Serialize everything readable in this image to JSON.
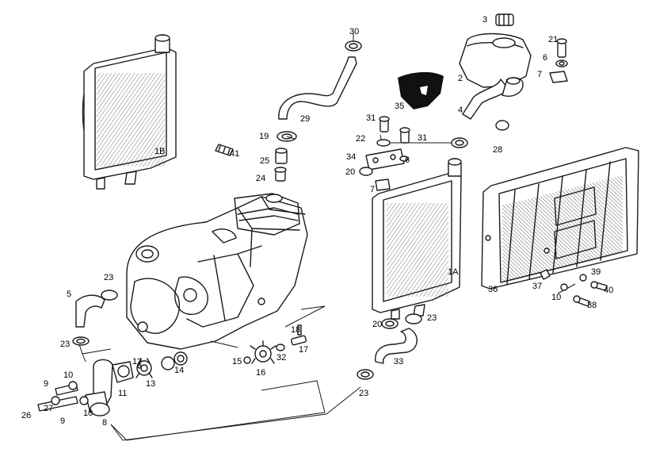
{
  "callouts": [
    {
      "id": "c1a",
      "text": "1A"
    },
    {
      "id": "c1b",
      "text": "1B"
    },
    {
      "id": "c2",
      "text": "2"
    },
    {
      "id": "c3",
      "text": "3"
    },
    {
      "id": "c4",
      "text": "4"
    },
    {
      "id": "c5",
      "text": "5"
    },
    {
      "id": "c6a",
      "text": "6"
    },
    {
      "id": "c6b",
      "text": "6"
    },
    {
      "id": "c7a",
      "text": "7"
    },
    {
      "id": "c7b",
      "text": "7"
    },
    {
      "id": "c8",
      "text": "8"
    },
    {
      "id": "c9a",
      "text": "9"
    },
    {
      "id": "c9b",
      "text": "9"
    },
    {
      "id": "c10a",
      "text": "10"
    },
    {
      "id": "c10b",
      "text": "10"
    },
    {
      "id": "c10c",
      "text": "10"
    },
    {
      "id": "c11",
      "text": "11"
    },
    {
      "id": "c12",
      "text": "12"
    },
    {
      "id": "c13",
      "text": "13"
    },
    {
      "id": "c14",
      "text": "14"
    },
    {
      "id": "c15",
      "text": "15"
    },
    {
      "id": "c16",
      "text": "16"
    },
    {
      "id": "c17",
      "text": "17"
    },
    {
      "id": "c18",
      "text": "18"
    },
    {
      "id": "c19",
      "text": "19"
    },
    {
      "id": "c20a",
      "text": "20"
    },
    {
      "id": "c20b",
      "text": "20"
    },
    {
      "id": "c21",
      "text": "21"
    },
    {
      "id": "c22",
      "text": "22"
    },
    {
      "id": "c23a",
      "text": "23"
    },
    {
      "id": "c23b",
      "text": "23"
    },
    {
      "id": "c23c",
      "text": "23"
    },
    {
      "id": "c23d",
      "text": "23"
    },
    {
      "id": "c24",
      "text": "24"
    },
    {
      "id": "c25",
      "text": "25"
    },
    {
      "id": "c26",
      "text": "26"
    },
    {
      "id": "c27",
      "text": "27"
    },
    {
      "id": "c28",
      "text": "28"
    },
    {
      "id": "c29",
      "text": "29"
    },
    {
      "id": "c30",
      "text": "30"
    },
    {
      "id": "c31a",
      "text": "31"
    },
    {
      "id": "c31b",
      "text": "31"
    },
    {
      "id": "c32",
      "text": "32"
    },
    {
      "id": "c33",
      "text": "33"
    },
    {
      "id": "c34",
      "text": "34"
    },
    {
      "id": "c35",
      "text": "35"
    },
    {
      "id": "c36",
      "text": "36"
    },
    {
      "id": "c37",
      "text": "37"
    },
    {
      "id": "c38",
      "text": "38"
    },
    {
      "id": "c39",
      "text": "39"
    },
    {
      "id": "c40",
      "text": "40"
    },
    {
      "id": "c41",
      "text": "41"
    }
  ]
}
